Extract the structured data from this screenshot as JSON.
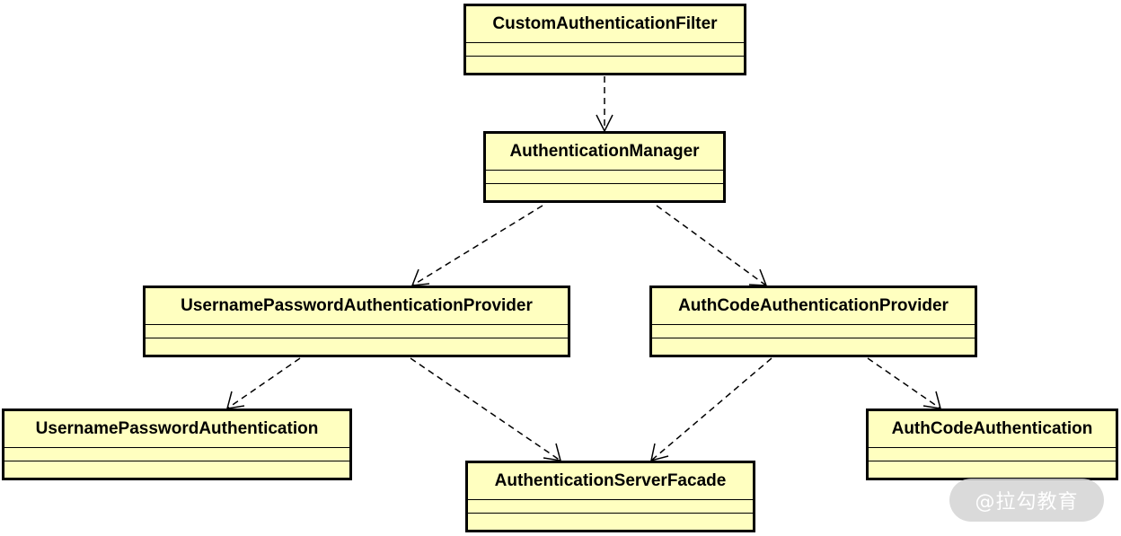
{
  "classes": {
    "custom_filter": "CustomAuthenticationFilter",
    "manager": "AuthenticationManager",
    "username_provider": "UsernamePasswordAuthenticationProvider",
    "authcode_provider": "AuthCodeAuthenticationProvider",
    "username_auth": "UsernamePasswordAuthentication",
    "server_facade": "AuthenticationServerFacade",
    "authcode_auth": "AuthCodeAuthentication"
  },
  "dependencies": [
    {
      "from": "custom_filter",
      "to": "manager"
    },
    {
      "from": "manager",
      "to": "username_provider"
    },
    {
      "from": "manager",
      "to": "authcode_provider"
    },
    {
      "from": "username_provider",
      "to": "username_auth"
    },
    {
      "from": "username_provider",
      "to": "server_facade"
    },
    {
      "from": "authcode_provider",
      "to": "server_facade"
    },
    {
      "from": "authcode_provider",
      "to": "authcode_auth"
    }
  ],
  "watermark": "@拉勾教育",
  "colors": {
    "class_fill": "#ffffc0",
    "line": "#000000",
    "watermark_bg": "#d4d4d4"
  }
}
